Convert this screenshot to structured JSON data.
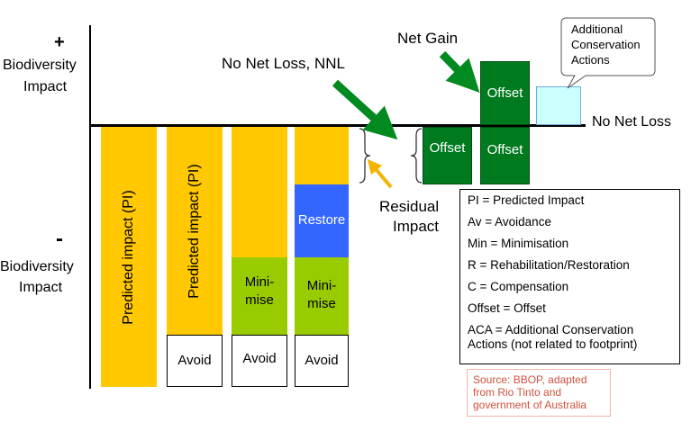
{
  "y_axis": {
    "plus": "+",
    "plus_label_1": "Biodiversity",
    "plus_label_2": "Impact",
    "minus": "-",
    "minus_label_1": "Biodiversity",
    "minus_label_2": "Impact"
  },
  "baseline_label": "No Net Loss",
  "columns": [
    {
      "predicted": "Predicted impact (PI)"
    },
    {
      "predicted": "Predicted impact (PI)",
      "avoid": "Avoid"
    },
    {
      "minimise": "Mini-\nmise",
      "avoid": "Avoid"
    },
    {
      "restore": "Restore",
      "minimise": "Mini-\nmise",
      "avoid": "Avoid"
    }
  ],
  "offsets": {
    "offset_left": "Offset",
    "offset_right_below": "Offset",
    "offset_right_above": "Offset"
  },
  "annotations": {
    "nnl": "No Net Loss, NNL",
    "net_gain": "Net Gain",
    "residual_1": "Residual",
    "residual_2": "Impact",
    "aca_1": "Additional",
    "aca_2": "Conservation",
    "aca_3": "Actions"
  },
  "legend": [
    "PI = Predicted Impact",
    "Av = Avoidance",
    "Min = Minimisation",
    "R =  Rehabilitation/Restoration",
    "C =  Compensation",
    "Offset = Offset",
    "ACA = Additional Conservation Actions (not related to footprint)"
  ],
  "source": "Source:  BBOP, adapted from Rio Tinto and government  of Australia",
  "colors": {
    "predicted": "#ffc800",
    "minimise": "#99cc00",
    "restore": "#3366ff",
    "offset": "#007a1f",
    "aca": "#ccffff",
    "arrow_green": "#008a1f",
    "arrow_orange": "#f4b400"
  }
}
